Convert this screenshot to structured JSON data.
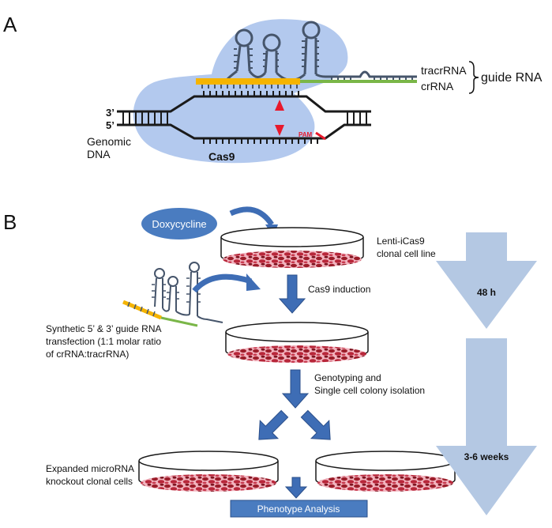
{
  "panelA": {
    "label": "A",
    "strand_top": "3’",
    "strand_bottom": "5’",
    "genomic_dna": [
      "Genomic",
      "DNA"
    ],
    "cas9": "Cas9",
    "pam": "PAM",
    "tracrrna": "tracrRNA",
    "crrna": "crRNA",
    "guide_rna": "guide RNA"
  },
  "panelB": {
    "label": "B",
    "doxycycline": "Doxycycline",
    "cell_line": [
      "Lenti-iCas9",
      "clonal cell line"
    ],
    "induction": "Cas9 induction",
    "transfection": [
      "Synthetic 5’ & 3’ guide RNA",
      "transfection (1:1 molar ratio",
      "of crRNA:tracrRNA)"
    ],
    "genotyping": [
      "Genotyping and",
      "Single cell colony isolation"
    ],
    "expanded": [
      "Expanded microRNA",
      "knockout clonal cells"
    ],
    "phenotype": "Phenotype Analysis",
    "time1": "48 h",
    "time2": "3-6 weeks"
  },
  "colors": {
    "cas9_blob": "#b3c9ee",
    "dna": "#1a1a1a",
    "rna_dark": "#46556b",
    "crrna": "#7ab648",
    "spacer": "#f5b400",
    "pam": "#e8192c",
    "arrow_blue": "#3e6db5",
    "time_arrow": "#b4c8e3",
    "dish_cells": "#9c1d2a",
    "phenotype_box": "#4a7cc0"
  }
}
